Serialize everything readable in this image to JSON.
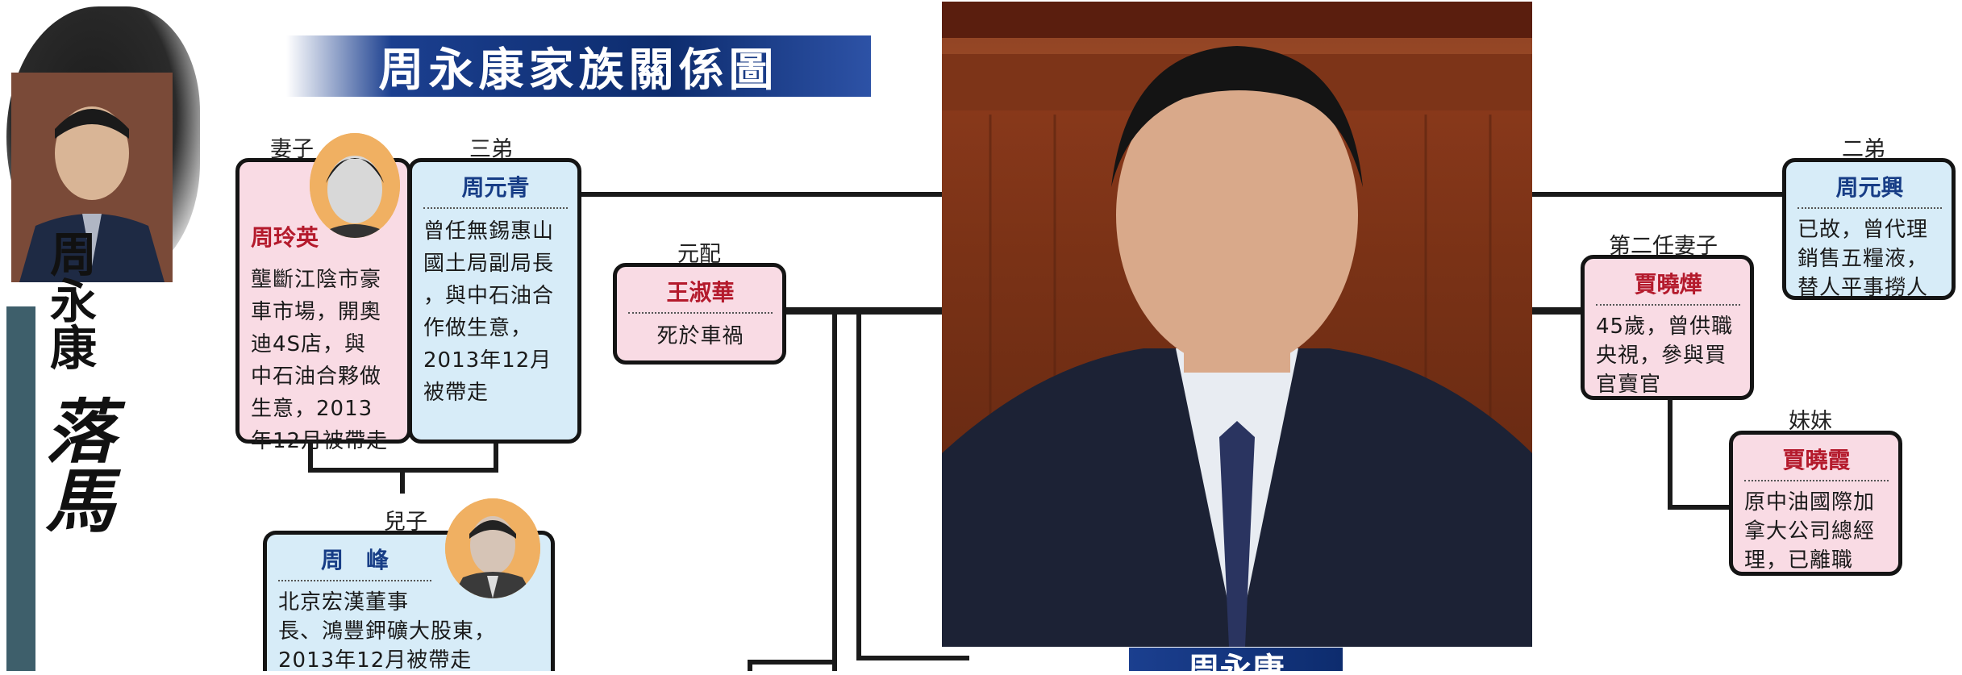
{
  "title": "周永康家族關係圖",
  "side_title": {
    "top": "周永康",
    "bottom": "落馬"
  },
  "bottom_caption": "周永康",
  "members": {
    "wife": {
      "relation": "妻子",
      "name": "周玲英",
      "desc": "壟斷江陰市豪\n車市場，開奧\n迪4S店，與\n中石油合夥做\n生意，2013\n年12月被帶走"
    },
    "third_brother": {
      "relation": "三弟",
      "name": "周元青",
      "desc": "曾任無錫惠山\n國土局副局長\n，與中石油合\n作做生意，\n2013年12月\n被帶走"
    },
    "son": {
      "relation": "兒子",
      "name": "周　峰",
      "desc": "北京宏漢董事\n長、鴻豐鉀礦大股東，\n2013年12月被帶走"
    },
    "first_wife": {
      "relation": "元配",
      "name": "王淑華",
      "desc": "死於車禍"
    },
    "second_brother": {
      "relation": "二弟",
      "name": "周元興",
      "desc": "已故，曾代理\n銷售五糧液，\n替人平事撈人"
    },
    "second_wife": {
      "relation": "第二任妻子",
      "name": "賈曉燁",
      "desc": "45歲，曾供職\n央視，參與買\n官賣官"
    },
    "sister_in_law": {
      "relation": "妹妹",
      "name": "賈曉霞",
      "desc": "原中油國際加\n拿大公司總經\n理，已離職"
    }
  },
  "colors": {
    "banner": "#0d2c6e",
    "pink_card": "#f9dbe4",
    "blue_card": "#d7ecf8",
    "pink_name": "#b41a2c",
    "blue_name": "#173d86"
  }
}
